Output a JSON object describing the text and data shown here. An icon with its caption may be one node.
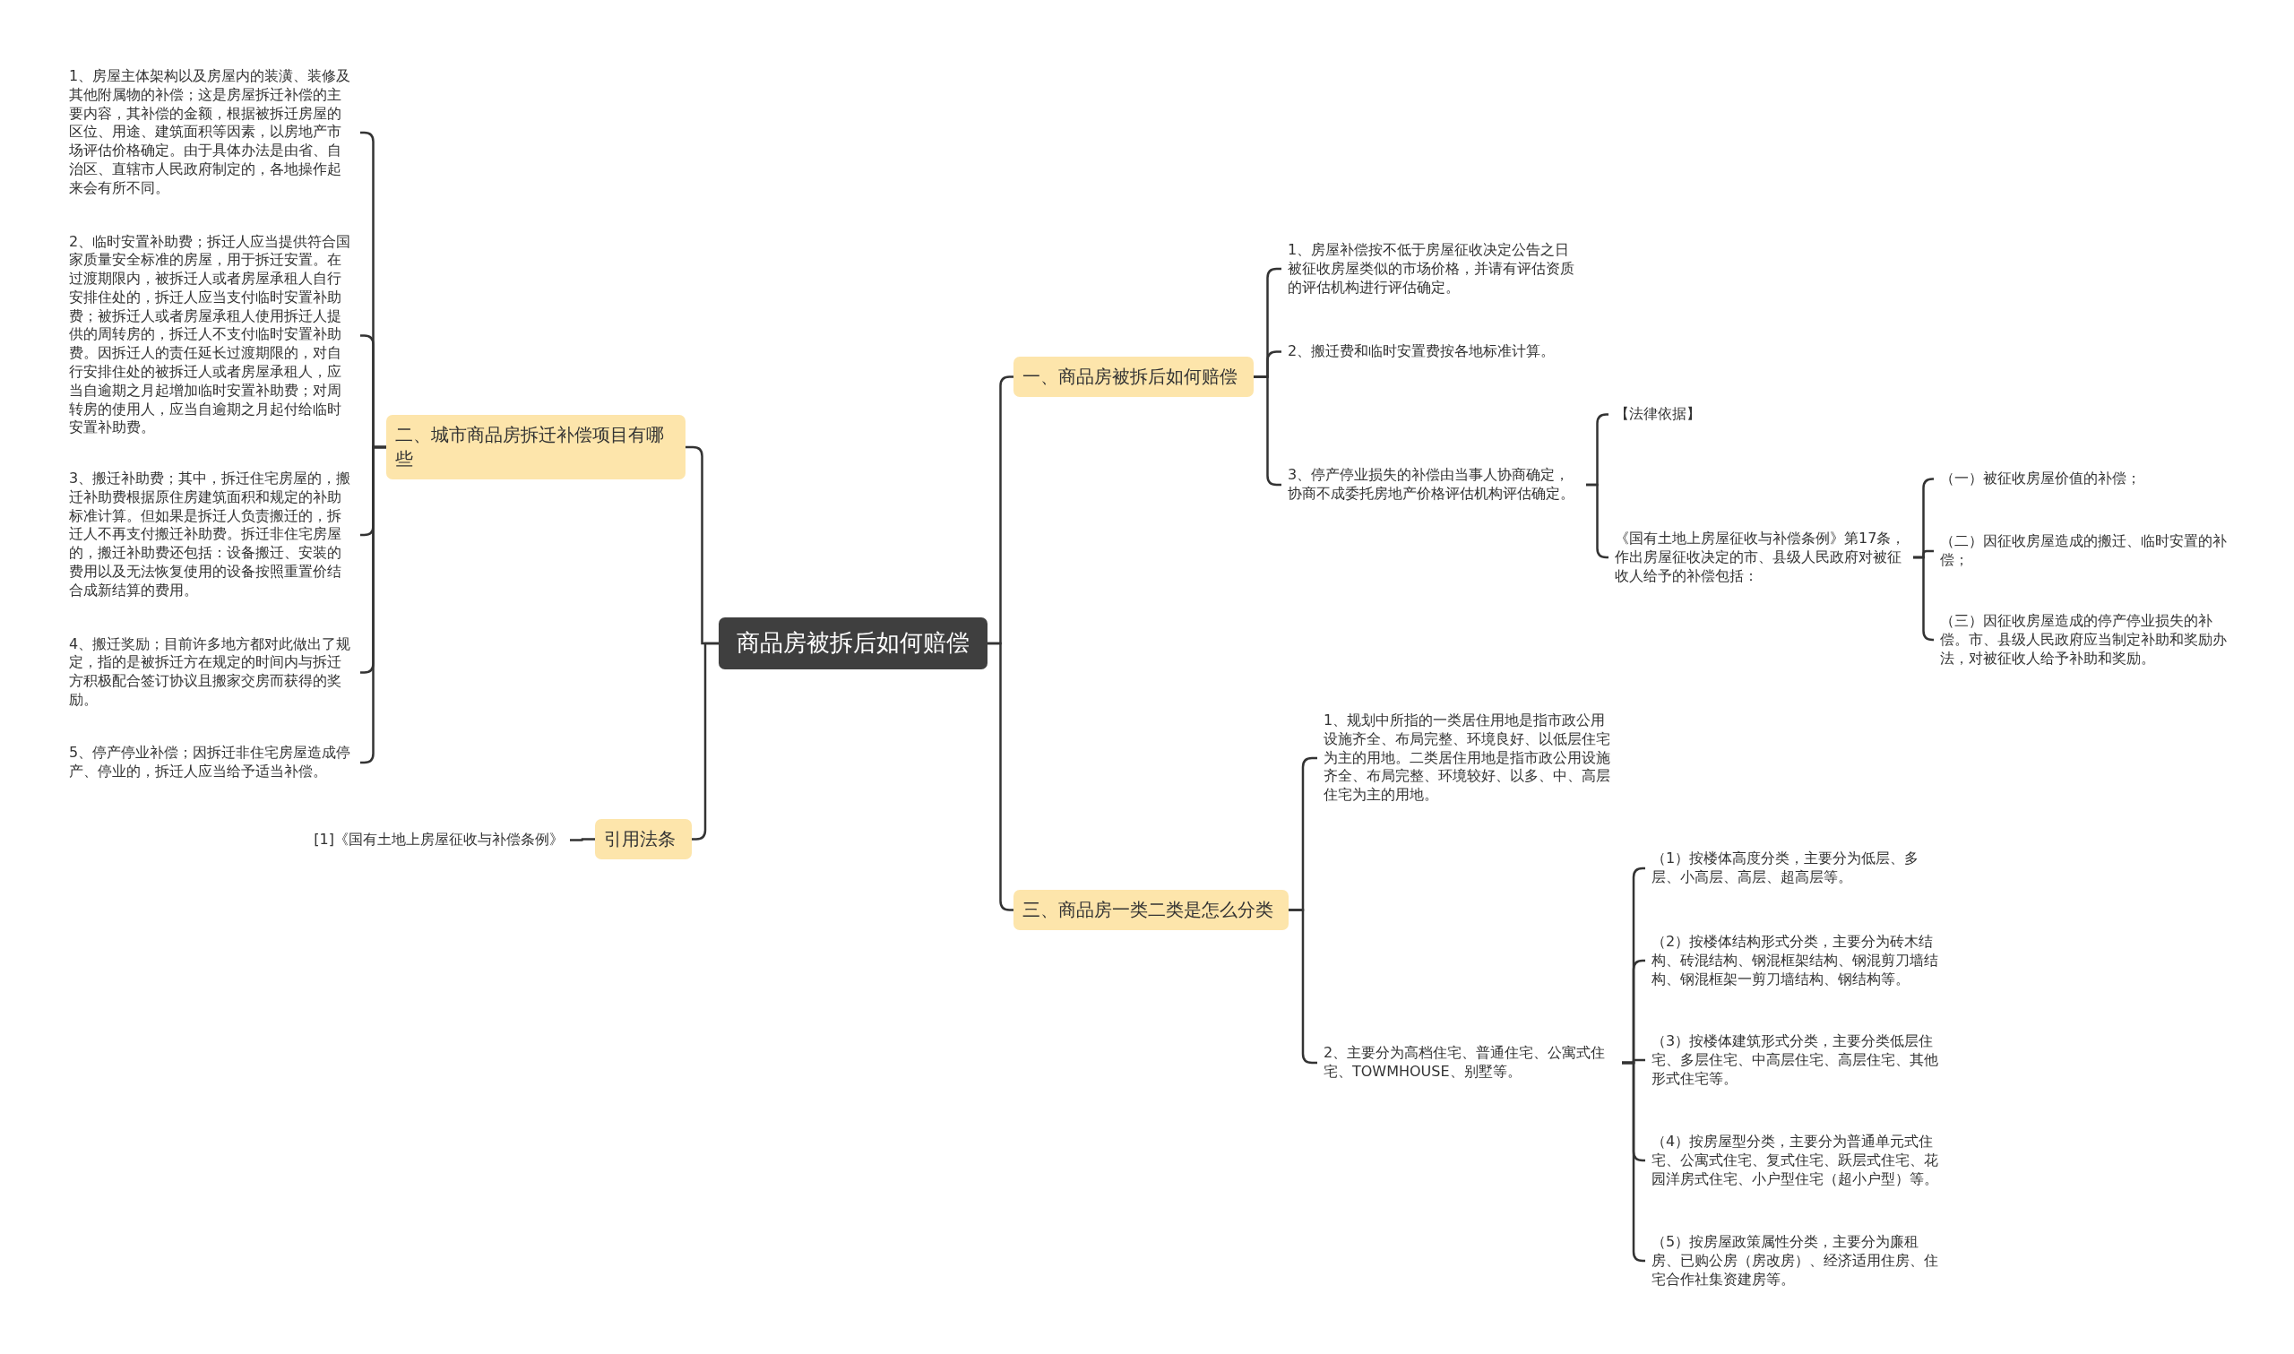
{
  "diagram": {
    "nodes": [
      {
        "text": [
          "商品房被拆后如何赔偿"
        ]
      },
      {
        "text": [
          "二、城市商品房拆迁补偿项目有哪些"
        ]
      },
      {
        "text": [
          "1、房屋主体架构以及房屋内的装潢、装修及其他附属物的补偿；这是房屋拆迁补偿的主要内容，其补偿的金额，根据被拆迁房屋的区位、用途、建筑面积等因素，以房地产市场评估价格确定。由于具体办法是由省、自治区、直辖市人民政府制定的，各地操作起来会有所不同。"
        ]
      },
      {
        "text": [
          "2、临时安置补助费；拆迁人应当提供符合国家质量安全标准的房屋，用于拆迁安置。在过渡期限内，被拆迁人或者房屋承租人自行安排住处的，拆迁人应当支付临时安置补助费；被拆迁人或者房屋承租人使用拆迁人提供的周转房的，拆迁人不支付临时安置补助费。因拆迁人的责任延长过渡期限的，对自行安排住处的被拆迁人或者房屋承租人，应当自逾期之月起增加临时安置补助费；对周转房的使用人，应当自逾期之月起付给临时安置补助费。"
        ]
      },
      {
        "text": [
          "3、搬迁补助费；其中，拆迁住宅房屋的，搬迁补助费根据原住房建筑面积和规定的补助标准计算。但如果是拆迁人负责搬迁的，拆迁人不再支付搬迁补助费。拆迁非住宅房屋的，搬迁补助费还包括：设备搬迁、安装的费用以及无法恢复使用的设备按照重置价结合成新结算的费用。"
        ]
      },
      {
        "text": [
          "4、搬迁奖励；目前许多地方都对此做出了规定，指的是被拆迁方在规定的时间内与拆迁方积极配合签订协议且搬家交房而获得的奖励。"
        ]
      },
      {
        "text": [
          "5、停产停业补偿；因拆迁非住宅房屋造成停产、停业的，拆迁人应当给予适当补偿。"
        ]
      },
      {
        "text": [
          "引用法条"
        ]
      },
      {
        "text": [
          "[1]《国有土地上房屋征收与补偿条例》"
        ]
      },
      {
        "text": [
          "一、商品房被拆后如何赔偿"
        ]
      },
      {
        "text": [
          "1、房屋补偿按不低于房屋征收决定公告之日被征收房屋类似的市场价格，并请有评估资质的评估机构进行评估确定。"
        ]
      },
      {
        "text": [
          "2、搬迁费和临时安置费按各地标准计算。"
        ]
      },
      {
        "text": [
          "3、停产停业损失的补偿由当事人协商确定，协商不成委托房地产价格评估机构评估确定。"
        ]
      },
      {
        "text": [
          "【法律依据】"
        ]
      },
      {
        "text": [
          "《国有土地上房屋征收与补偿条例》第17条，作出房屋征收决定的市、县级人民政府对被征收人给予的补偿包括："
        ]
      },
      {
        "text": [
          "（一）被征收房屋价值的补偿；"
        ]
      },
      {
        "text": [
          "（二）因征收房屋造成的搬迁、临时安置的补偿；"
        ]
      },
      {
        "text": [
          "（三）因征收房屋造成的停产停业损失的补偿。市、县级人民政府应当制定补助和奖励办法，对被征收人给予补助和奖励。"
        ]
      },
      {
        "text": [
          "三、商品房一类二类是怎么分类"
        ]
      },
      {
        "text": [
          "1、规划中所指的一类居住用地是指市政公用设施齐全、布局完整、环境良好、以低层住宅为主的用地。二类居住用地是指市政公用设施齐全、布局完整、环境较好、以多、中、高层住宅为主的用地。"
        ]
      },
      {
        "text": [
          "2、主要分为高档住宅、普通住宅、公寓式住宅、TOWMHOUSE、别墅等。"
        ]
      },
      {
        "text": [
          "（1）按楼体高度分类，主要分为低层、多层、小高层、高层、超高层等。"
        ]
      },
      {
        "text": [
          "（2）按楼体结构形式分类，主要分为砖木结构、砖混结构、钢混框架结构、钢混剪刀墙结构、钢混框架一剪刀墙结构、钢结构等。"
        ]
      },
      {
        "text": [
          "（3）按楼体建筑形式分类，主要分类低层住宅、多层住宅、中高层住宅、高层住宅、其他形式住宅等。"
        ]
      },
      {
        "text": [
          "（4）按房屋型分类，主要分为普通单元式住宅、公寓式住宅、复式住宅、跃层式住宅、花园洋房式住宅、小户型住宅（超小户型）等。"
        ]
      },
      {
        "text": [
          "（5）按房屋政策属性分类，主要分为廉租房、已购公房（房改房）、经济适用住房、住宅合作社集资建房等。"
        ]
      }
    ],
    "edges": [
      {
        "from": 0,
        "to": 1,
        "arrow": "none"
      },
      {
        "from": 1,
        "to": 2,
        "arrow": "none"
      },
      {
        "from": 1,
        "to": 3,
        "arrow": "none"
      },
      {
        "from": 1,
        "to": 4,
        "arrow": "none"
      },
      {
        "from": 1,
        "to": 5,
        "arrow": "none"
      },
      {
        "from": 1,
        "to": 6,
        "arrow": "none"
      },
      {
        "from": 0,
        "to": 7,
        "arrow": "none"
      },
      {
        "from": 7,
        "to": 8,
        "arrow": "none"
      },
      {
        "from": 0,
        "to": 9,
        "arrow": "none"
      },
      {
        "from": 9,
        "to": 10,
        "arrow": "none"
      },
      {
        "from": 9,
        "to": 11,
        "arrow": "none"
      },
      {
        "from": 9,
        "to": 12,
        "arrow": "none"
      },
      {
        "from": 12,
        "to": 13,
        "arrow": "none"
      },
      {
        "from": 12,
        "to": 14,
        "arrow": "none"
      },
      {
        "from": 14,
        "to": 15,
        "arrow": "none"
      },
      {
        "from": 14,
        "to": 16,
        "arrow": "none"
      },
      {
        "from": 14,
        "to": 17,
        "arrow": "none"
      },
      {
        "from": 0,
        "to": 18,
        "arrow": "none"
      },
      {
        "from": 18,
        "to": 19,
        "arrow": "none"
      },
      {
        "from": 18,
        "to": 20,
        "arrow": "none"
      },
      {
        "from": 20,
        "to": 21,
        "arrow": "none"
      },
      {
        "from": 20,
        "to": 22,
        "arrow": "none"
      },
      {
        "from": 20,
        "to": 23,
        "arrow": "none"
      },
      {
        "from": 20,
        "to": 24,
        "arrow": "none"
      },
      {
        "from": 20,
        "to": 25,
        "arrow": "none"
      }
    ]
  }
}
